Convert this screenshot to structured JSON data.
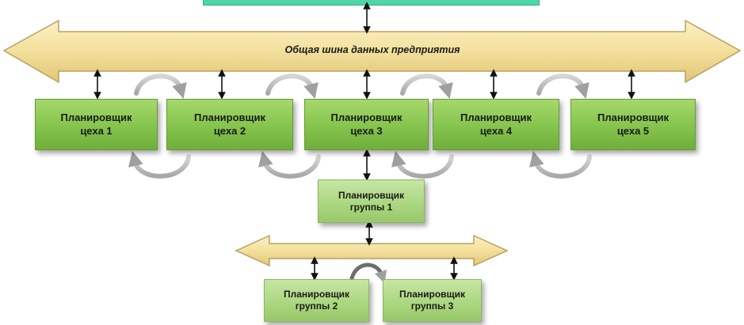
{
  "enterprise_bus": {
    "label": "Общая шина данных предприятия"
  },
  "workshop_planners": [
    {
      "label": "Планировщик\nцеха 1"
    },
    {
      "label": "Планировщик\nцеха 2"
    },
    {
      "label": "Планировщик\nцеха 3"
    },
    {
      "label": "Планировщик\nцеха 4"
    },
    {
      "label": "Планировщик\nцеха 5"
    }
  ],
  "group_planner_1": {
    "label": "Планировщик\nгруппы 1"
  },
  "group_planners": [
    {
      "label": "Планировщик\nгруппы 2"
    },
    {
      "label": "Планировщик\nгруппы 3"
    }
  ],
  "colors": {
    "bus_fill": "#f3df9a",
    "bus_stroke": "#b8a060",
    "workshop_fill": "#84c44c",
    "group_fill": "#aad67e",
    "top_bar": "#4fd6a8",
    "curved_arrow": "#b8b8b8",
    "connector": "#111111"
  }
}
